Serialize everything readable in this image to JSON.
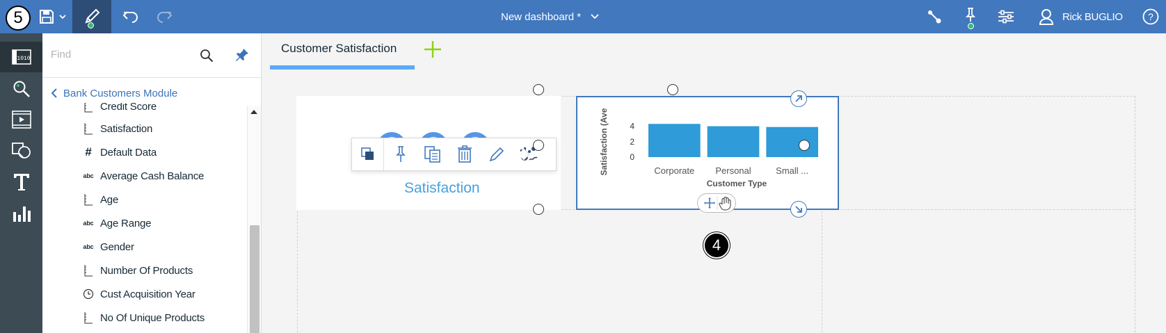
{
  "topbar": {
    "step_badge": "5",
    "dashboard_title": "New dashboard *",
    "user_name": "Rick BUGLIO",
    "help_label": "?",
    "icons": [
      "save-icon",
      "chevron-down-icon",
      "edit-pencil-icon",
      "undo-icon",
      "redo-icon",
      "filter-connection-icon",
      "pin-icon",
      "properties-sliders-icon",
      "user-icon",
      "help-icon"
    ]
  },
  "rail": {
    "icons": [
      "data-source-icon",
      "navigate-search-icon",
      "media-icon",
      "shapes-icon",
      "text-icon",
      "visualizations-icon"
    ]
  },
  "panel": {
    "find_placeholder": "Find",
    "module_name": "Bank Customers Module",
    "items": [
      {
        "label": "Credit Score",
        "icon": "measure-icon"
      },
      {
        "label": "Satisfaction",
        "icon": "measure-icon"
      },
      {
        "label": "Default Data",
        "icon": "identifier-icon"
      },
      {
        "label": "Average Cash Balance",
        "icon": "text-attribute-icon"
      },
      {
        "label": "Age",
        "icon": "measure-icon"
      },
      {
        "label": "Age Range",
        "icon": "text-attribute-icon"
      },
      {
        "label": "Gender",
        "icon": "text-attribute-icon"
      },
      {
        "label": "Number Of Products",
        "icon": "measure-icon"
      },
      {
        "label": "Cust Acquisition Year",
        "icon": "time-icon"
      },
      {
        "label": "No Of Unique Products",
        "icon": "measure-icon"
      }
    ],
    "abc_glyph": "abc",
    "hash_glyph": "#"
  },
  "canvas": {
    "tab_label": "Customer Satisfaction",
    "kpi_label": "Satisfaction",
    "step_badge": "4"
  },
  "colors": {
    "topbar": "#4178be",
    "rail": "#3d4b55",
    "bar": "#2f9bd8",
    "accent_tab": "#5aaafa",
    "add_tab": "#8cd211"
  },
  "chart_data": {
    "type": "bar",
    "categories": [
      "Corporate",
      "Personal",
      "Small ..."
    ],
    "values": [
      4.3,
      4.0,
      3.9
    ],
    "title": "",
    "xlabel": "Customer Type",
    "ylabel": "Satisfaction (Ave",
    "yticks": [
      0,
      2,
      4
    ],
    "ylim": [
      0,
      4.5
    ]
  }
}
